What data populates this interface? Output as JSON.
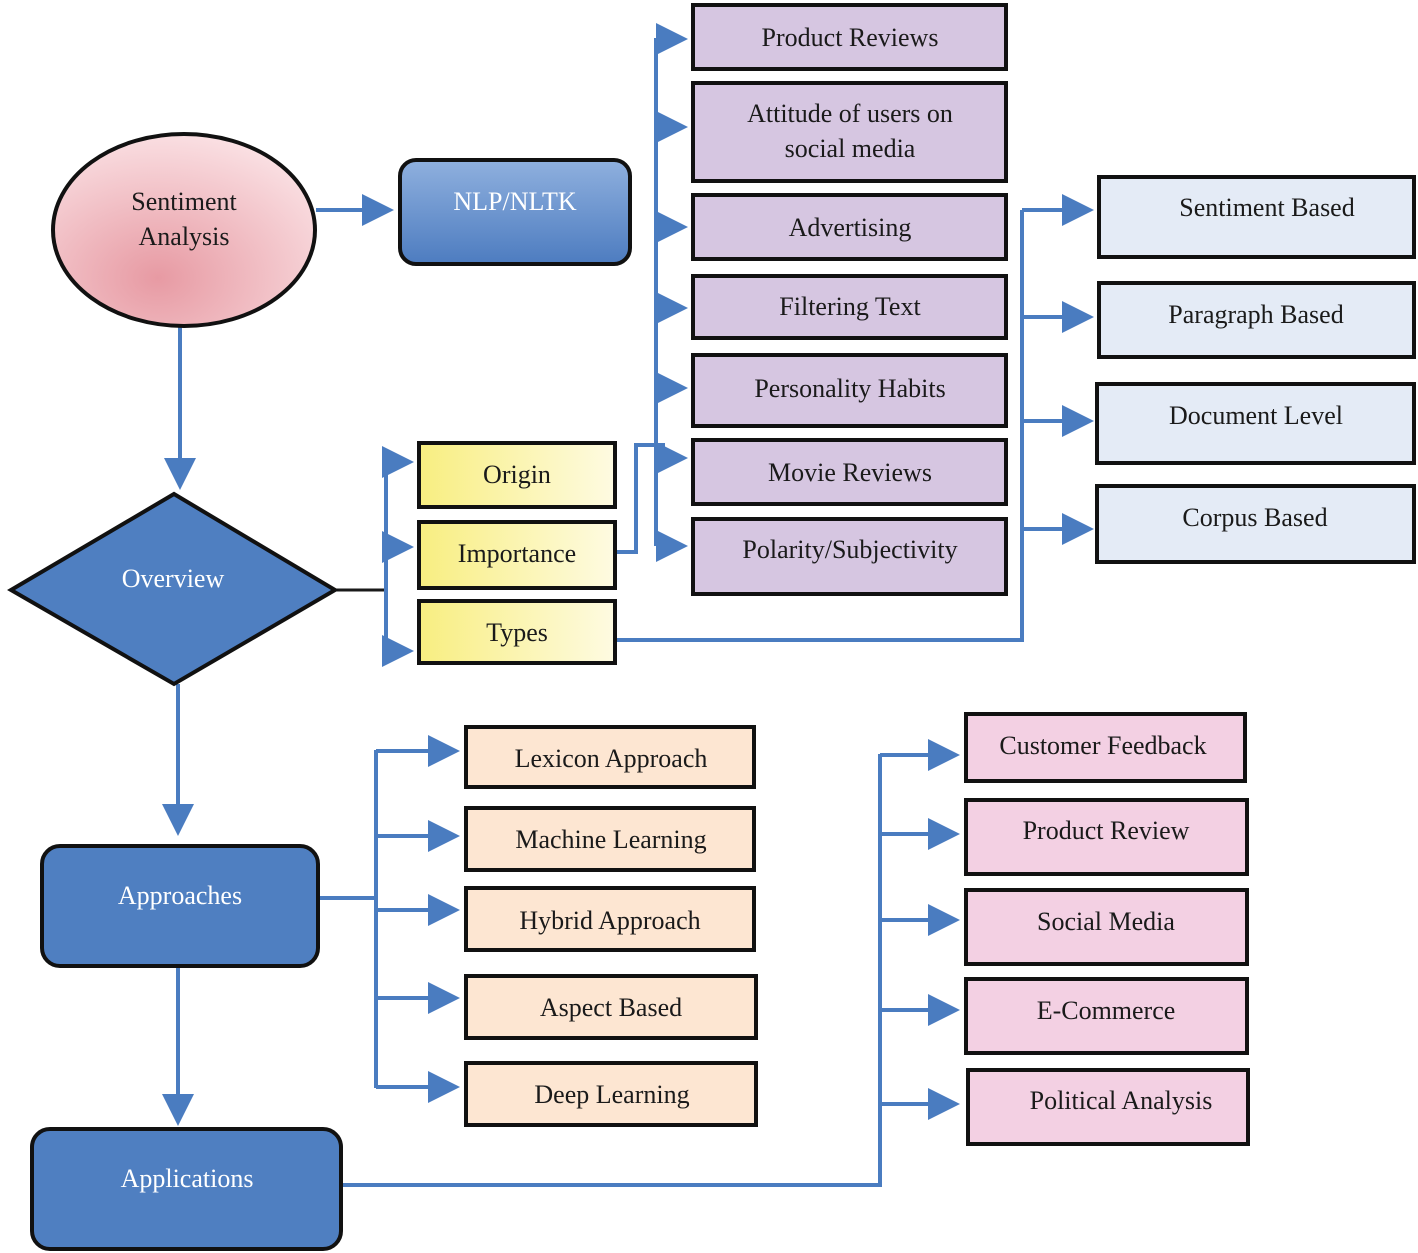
{
  "nodes": {
    "sentiment_line1": "Sentiment",
    "sentiment_line2": "Analysis",
    "nlp": "NLP/NLTK",
    "overview": "Overview",
    "approaches": "Approaches",
    "applications": "Applications"
  },
  "overview_items": [
    "Origin",
    "Importance",
    "Types"
  ],
  "importance_items": [
    [
      "Product Reviews"
    ],
    [
      "Attitude of users on",
      "social media"
    ],
    [
      "Advertising"
    ],
    [
      "Filtering Text"
    ],
    [
      "Personality Habits"
    ],
    [
      "Movie Reviews"
    ],
    [
      "Polarity/Subjectivity"
    ]
  ],
  "types_items": [
    "Sentiment Based",
    "Paragraph Based",
    "Document Level",
    "Corpus Based"
  ],
  "approach_items": [
    "Lexicon Approach",
    "Machine Learning",
    "Hybrid Approach",
    "Aspect Based",
    "Deep Learning"
  ],
  "application_items": [
    "Customer Feedback",
    "Product Review",
    "Social Media",
    "E-Commerce",
    "Political Analysis"
  ],
  "colors": {
    "connector": "#4a7cc0",
    "node_blue": "#4f7fc1",
    "purple_box": "#d6c6e1",
    "light_blue_box": "#e4ebf6",
    "yellow_box": "#fbf3a8",
    "peach_box": "#fde6d2",
    "pink_box": "#f3d0e3",
    "ellipse_pink": "#efb8be"
  }
}
